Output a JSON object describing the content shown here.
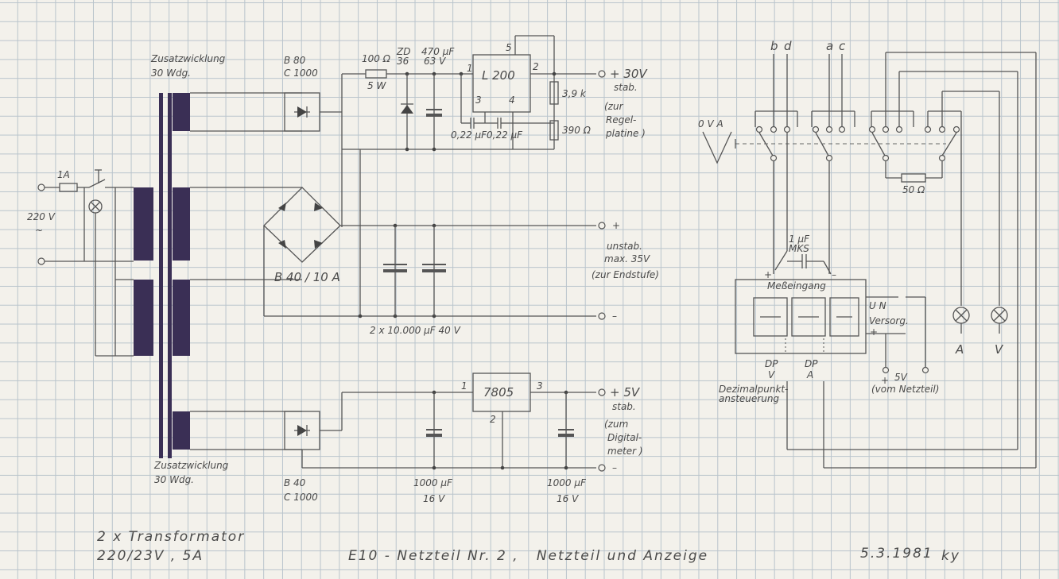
{
  "title_block": {
    "sheet_title": "E10 - Netzteil Nr. 2 ,   Netzteil und Anzeige",
    "date": "5.3.1981",
    "initials": "ky",
    "transformer_note_1": "2 x Transformator",
    "transformer_note_2": "220/23V , 5A"
  },
  "mains": {
    "fuse": "1A",
    "voltage": "220 V",
    "ac": "~"
  },
  "transformer": {
    "top_winding_1": "Zusatzwicklung",
    "top_winding_2": "30 Wdg.",
    "bottom_winding_1": "Zusatzwicklung",
    "bottom_winding_2": "30 Wdg."
  },
  "rail_30v": {
    "bridge_1": "B 80",
    "bridge_2": "C 1000",
    "resistor_1": "100 Ω",
    "resistor_2": "5 W",
    "zener_1": "ZD",
    "zener_2": "36",
    "cap_1": "470 µF",
    "cap_2": "63 V",
    "regulator": "L 200",
    "pin_1": "1",
    "pin_2": "2",
    "pin_3": "3",
    "pin_4": "4",
    "pin_5": "5",
    "c_small_a": "0,22 µF",
    "c_small_b": "0,22 µF",
    "r_upper": "3,9 k",
    "r_lower": "390 Ω",
    "output": "+ 30V",
    "output_note": "stab.",
    "note_1": "(zur",
    "note_2": "Regel-",
    "note_3": "platine )"
  },
  "rail_unstab": {
    "bridge_1": "B 40 / 10 A",
    "plus": "+",
    "minus": "–",
    "note_1": "unstab.",
    "note_2": "max. 35V",
    "note_3": "(zur Endstufe)",
    "caps": "2 x 10.000 µF  40 V"
  },
  "rail_5v": {
    "bridge_1": "B 40",
    "bridge_2": "C 1000",
    "regulator": "7805",
    "pin_1": "1",
    "pin_2": "2",
    "pin_3": "3",
    "cap_in_1": "1000 µF",
    "cap_in_2": "16 V",
    "cap_out_1": "1000 µF",
    "cap_out_2": "16 V",
    "output": "+ 5V",
    "output_note": "stab.",
    "minus": "–",
    "note_1": "(zum",
    "note_2": "Digital-",
    "note_3": "meter )"
  },
  "meter": {
    "switch_labels": [
      "b",
      "d",
      "a",
      "c"
    ],
    "range": "0  V  A",
    "shunt": "50 Ω",
    "cap_1": "1 µF",
    "cap_2": "MKS",
    "input_label": "Meßeingang",
    "plus": "+",
    "minus": "–",
    "supply_1": "U N",
    "supply_2": "Versorg.",
    "supply_plus": "+",
    "dp_v_1": "DP",
    "dp_v_2": "V",
    "dp_a_1": "DP",
    "dp_a_2": "A",
    "dp_note_1": "Dezimalpunkt-",
    "dp_note_2": "ansteuerung",
    "supply_5v": "5V",
    "supply_src": "(vom Netzteil)",
    "lamp_a": "A",
    "lamp_v": "V"
  }
}
